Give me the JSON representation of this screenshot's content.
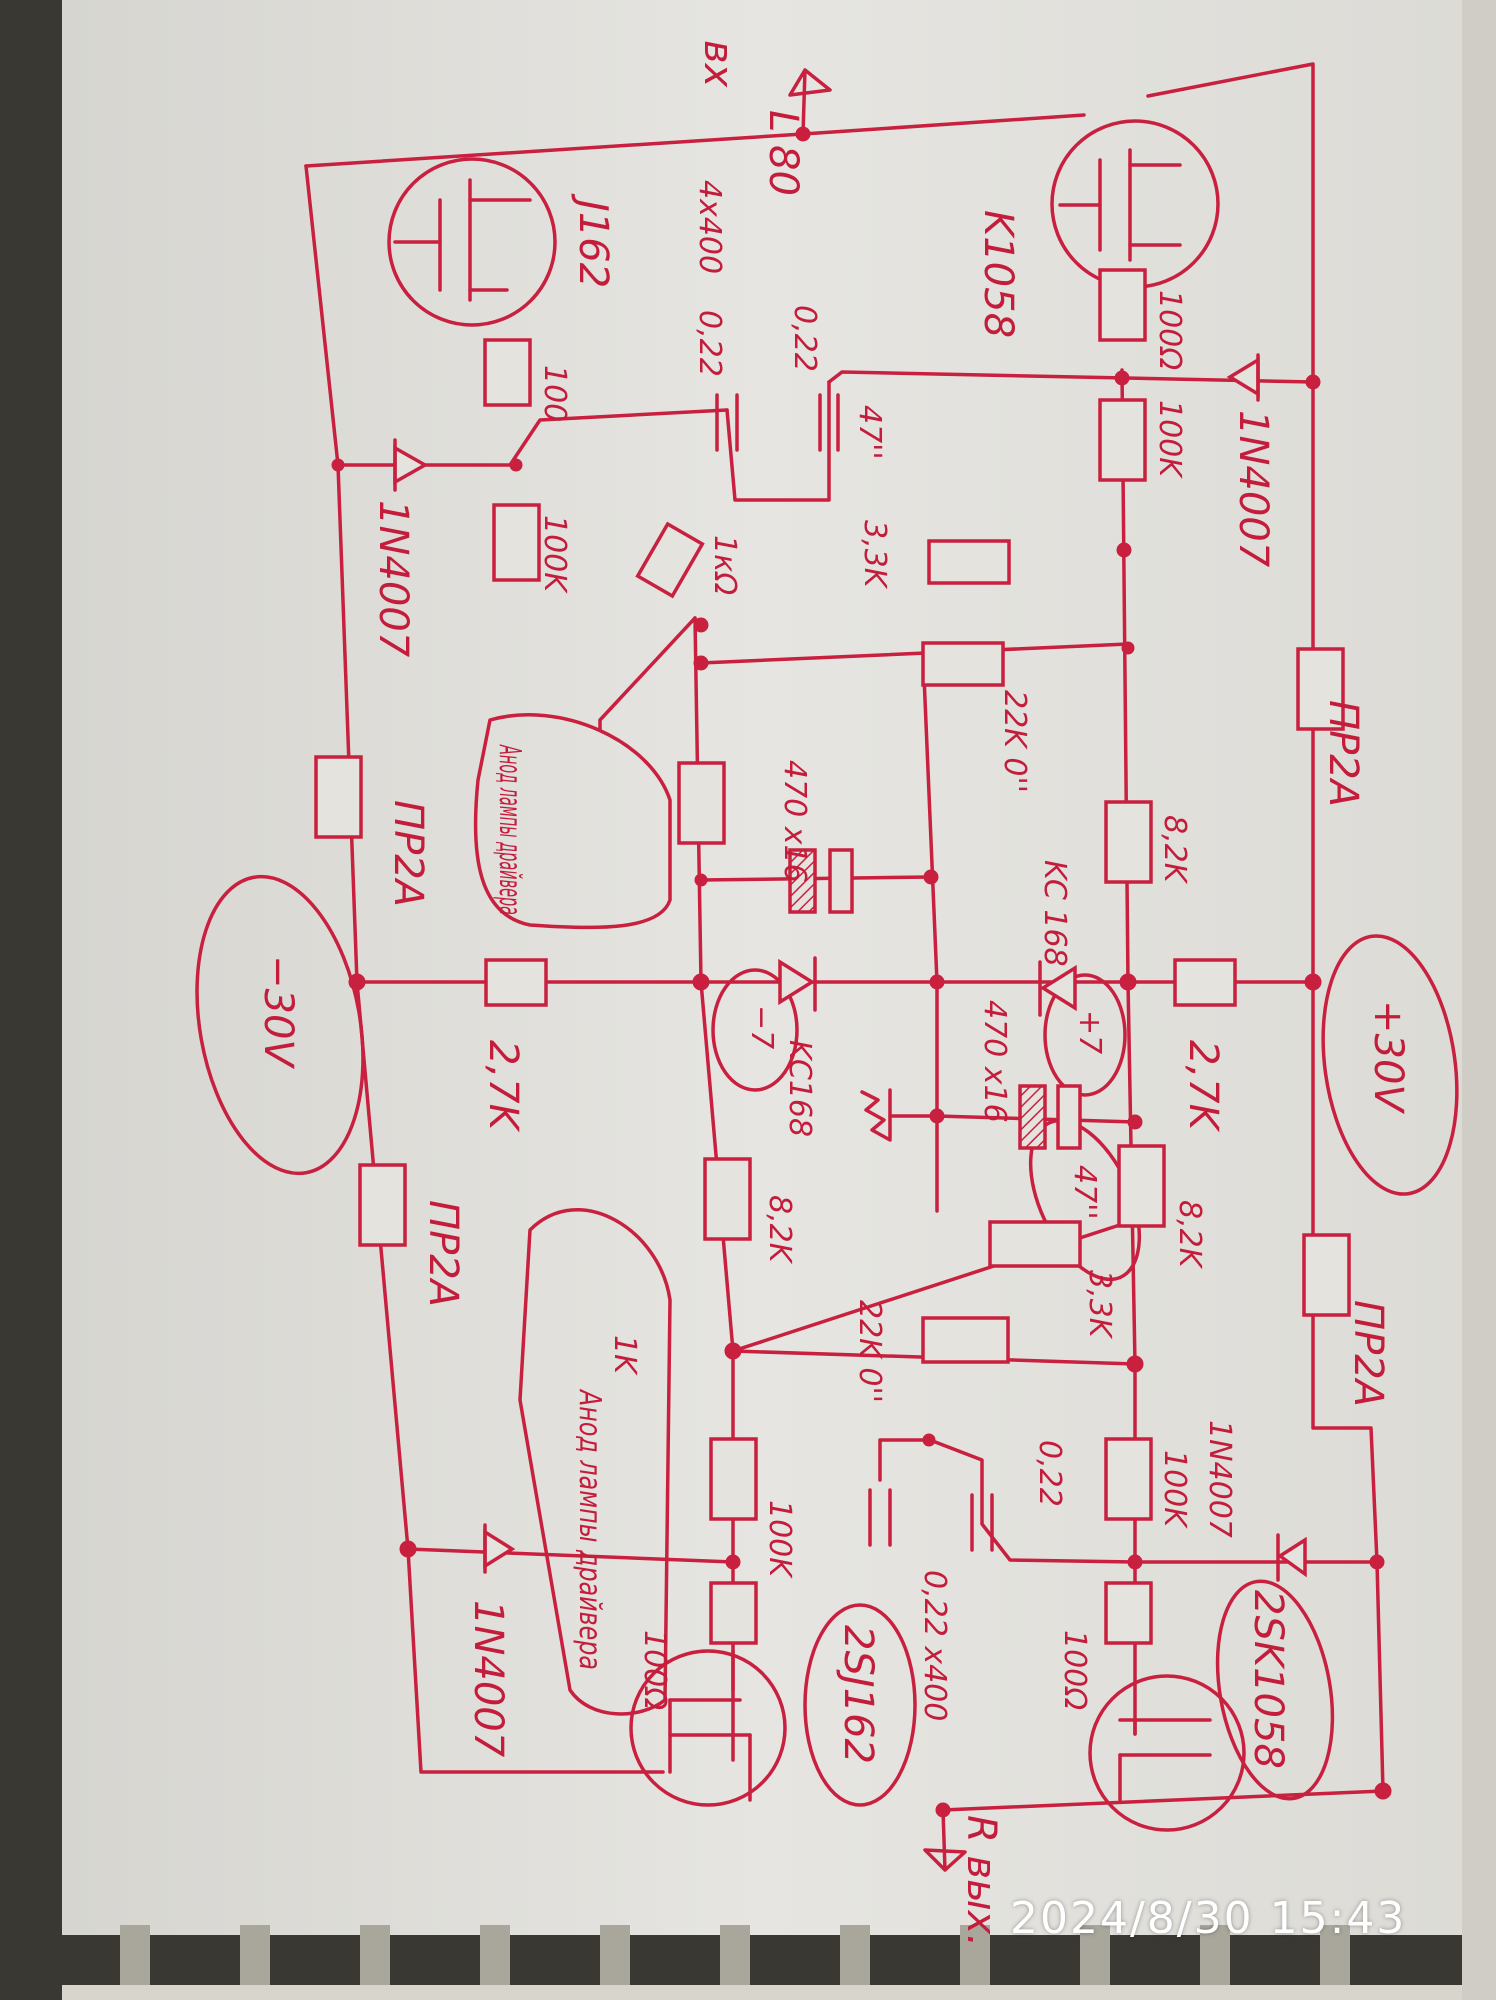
{
  "schematic": {
    "input_label": "вх",
    "inductor": "L 80",
    "cap_input_1": "0,22",
    "cap_input_2": "0,22",
    "cap_rating_top": "4x400",
    "mosfet_top_n": "K1058",
    "mosfet_top_p": "J162",
    "r_gate_top_right": "100Ω",
    "r_top_right_100k": "100K",
    "diode_top_right": "1N4007",
    "r_gate_top_left": "100",
    "r_top_left_100k": "100K",
    "diode_top_left": "1N4007",
    "trim_top": "47''",
    "r_top_33k": "3,3K",
    "r_1k_top": "1кΩ",
    "pot_22k_top": "22K 0''",
    "elco_top": "470 x16",
    "zener_top": "KC 168",
    "r_82k_1": "8,2K",
    "r_27k_left": "2,7K",
    "r_27k_right": "2,7K",
    "zener_bottom": "KC168",
    "minus7": "−7",
    "plus7": "+7",
    "elco_bottom": "470 x16",
    "trim_bottom": "47''",
    "r_bottom_33k": "3,3K",
    "r_82k_2": "8,2K",
    "r_82k_3": "8,2K",
    "pot_22k_bottom": "22K 0''",
    "cap_out_1": "0,22",
    "r_bottom_right_100k": "100K",
    "diode_bottom_right": "1N4007",
    "r_bottom_left_100k": "100K",
    "diode_bottom_left": "1N4007",
    "r_gate_bottom_left": "100Ω",
    "r_gate_bottom_right": "100Ω",
    "cap_out_rating": "0,22 x400",
    "mosfet_bottom_p": "2SJ162",
    "mosfet_bottom_n": "2SK1058",
    "output_label": "R вых.",
    "fuse_1": "ПР2А",
    "fuse_2": "ПР2А",
    "fuse_3": "ПР2А",
    "fuse_4": "ПР2А",
    "supply_neg": "−30V",
    "supply_pos": "+30V",
    "note_top": "Анод лампы драйвера",
    "note_bottom_r": "1K",
    "note_bottom": "Анод лампы драйвера"
  },
  "timestamp": "2024/8/30 15:43",
  "colors": {
    "ink": "#c8203e",
    "paper": "#e4e3de"
  }
}
